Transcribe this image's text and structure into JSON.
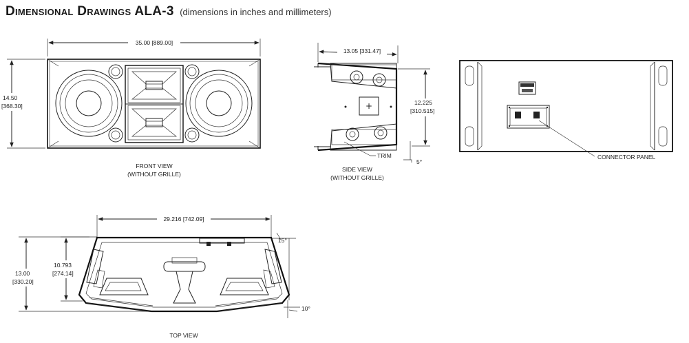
{
  "title": {
    "main": "Dimensional Drawings ALA-3",
    "sub": "(dimensions in inches and millimeters)"
  },
  "front_view": {
    "width_dim": "35.00 [889.00]",
    "height_dim_in": "14.50",
    "height_dim_mm": "[368.30]",
    "caption_line1": "FRONT VIEW",
    "caption_line2": "(WITHOUT GRILLE)"
  },
  "side_view": {
    "width_dim": "13.05 [331.47]",
    "height_dim_in": "12.225",
    "height_dim_mm": "[310.515]",
    "trim_label": "TRIM",
    "angle_label": "5°",
    "caption_line1": "SIDE VIEW",
    "caption_line2": "(WITHOUT GRILLE)"
  },
  "rear_view": {
    "connector_label": "CONNECTOR PANEL"
  },
  "top_view": {
    "width_dim": "29.216 [742.09]",
    "depth_outer_in": "13.00",
    "depth_outer_mm": "[330.20]",
    "depth_inner_in": "10.793",
    "depth_inner_mm": "[274.14]",
    "angle_top": "15°",
    "angle_bottom": "10°",
    "caption": "TOP VIEW"
  }
}
